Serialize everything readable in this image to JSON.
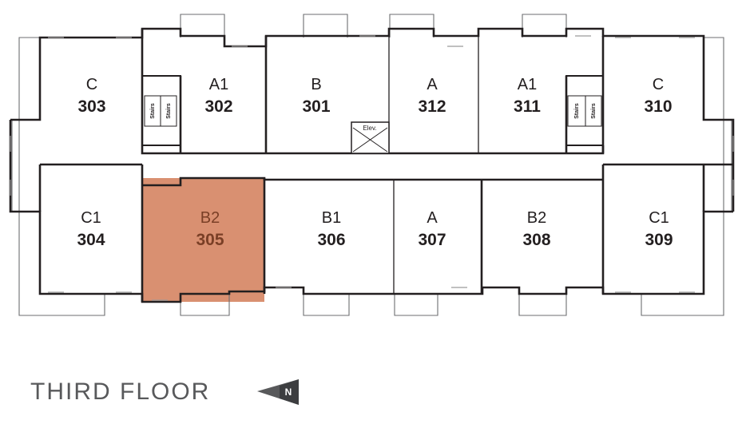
{
  "highlight_color": "#d99071",
  "floor_title": "THIRD FLOOR",
  "compass": {
    "label": "N",
    "icon": "north-arrow-icon"
  },
  "stairs_label": "Stairs",
  "elevator_label": "Elev.",
  "units": {
    "u303": {
      "type": "C",
      "number": "303"
    },
    "u302": {
      "type": "A1",
      "number": "302"
    },
    "u301": {
      "type": "B",
      "number": "301"
    },
    "u312": {
      "type": "A",
      "number": "312"
    },
    "u311": {
      "type": "A1",
      "number": "311"
    },
    "u310": {
      "type": "C",
      "number": "310"
    },
    "u304": {
      "type": "C1",
      "number": "304"
    },
    "u305": {
      "type": "B2",
      "number": "305",
      "highlighted": true
    },
    "u306": {
      "type": "B1",
      "number": "306"
    },
    "u307": {
      "type": "A",
      "number": "307"
    },
    "u308": {
      "type": "B2",
      "number": "308"
    },
    "u309": {
      "type": "C1",
      "number": "309"
    }
  }
}
